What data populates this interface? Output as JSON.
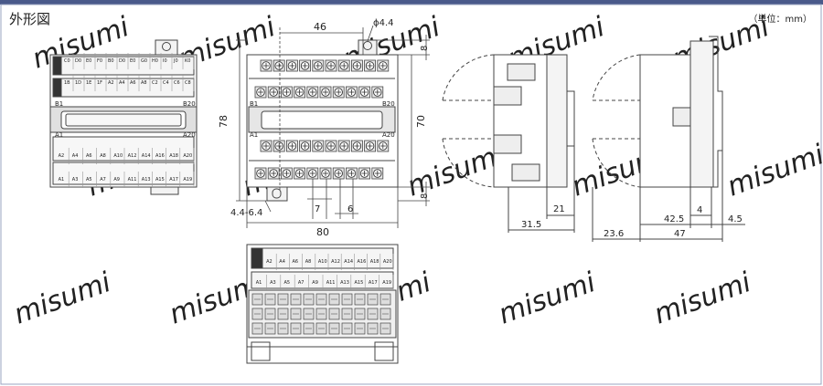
{
  "title": "外形図",
  "unit": "（単位：mm）",
  "watermark": "misumi",
  "colors": {
    "accent": "#4a5a8a",
    "line": "#444444",
    "dark": "#333333",
    "hatch": "#aaaaaa"
  },
  "dims": {
    "d46": "46",
    "phi": "ϕ4.4",
    "d8_top": "8",
    "d78": "78",
    "d70": "70",
    "d8_bot": "8",
    "hole": "4.4-6.4",
    "d7": "7",
    "d6": "6",
    "d80": "80",
    "d21": "21",
    "d31_5": "31.5",
    "d42_5": "42.5",
    "d4": "4",
    "d4_5": "4.5",
    "d23_6": "23.6",
    "d47": "47"
  },
  "front": {
    "top_labels": [
      "C0",
      "D0",
      "E0",
      "F0",
      "B0",
      "D0",
      "E0",
      "G0",
      "H0",
      "I0",
      "J0",
      "K0"
    ],
    "mid_labels": [
      "1B",
      "1D",
      "1E",
      "1F",
      "A2",
      "A4",
      "A6",
      "A8",
      "C2",
      "C4",
      "C6",
      "C8"
    ],
    "low_labels": [
      "A2",
      "A4",
      "A6",
      "A8",
      "A10",
      "A12",
      "A14",
      "A16",
      "A18",
      "A20"
    ],
    "bot_labels": [
      "A1",
      "A3",
      "A5",
      "A7",
      "A9",
      "A11",
      "A13",
      "A15",
      "A17",
      "A19"
    ],
    "b1": "B1",
    "b20": "B20",
    "a1": "A1",
    "a20": "A20"
  },
  "terminal": {
    "b1": "B1",
    "b20": "B20",
    "a1": "A1",
    "a20": "A20"
  },
  "bottom": {
    "top_labels": [
      "A2",
      "A4",
      "A6",
      "A8",
      "A10",
      "A12",
      "A14",
      "A16",
      "A18",
      "A20"
    ],
    "bot_labels": [
      "A1",
      "A3",
      "A5",
      "A7",
      "A9",
      "A11",
      "A13",
      "A15",
      "A17",
      "A19"
    ]
  }
}
